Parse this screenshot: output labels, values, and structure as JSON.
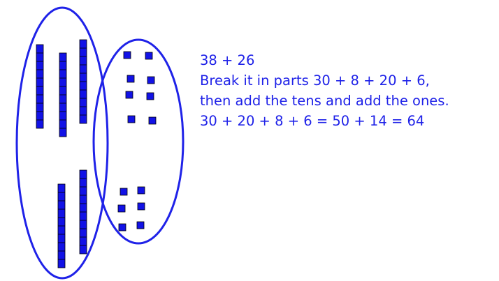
{
  "lines": [
    "38 + 26",
    "Break it in parts 30 + 8 + 20 + 6,",
    "then add the tens and add the ones.",
    "30 + 20 + 8 + 6 = 50 + 14 = 64"
  ],
  "colors": {
    "ink": "#1f22e8",
    "block_fill": "#1212e6",
    "block_line": "#000000"
  },
  "groups": {
    "tens_38": 3,
    "ones_38": 8,
    "tens_26": 2,
    "ones_26": 6
  }
}
